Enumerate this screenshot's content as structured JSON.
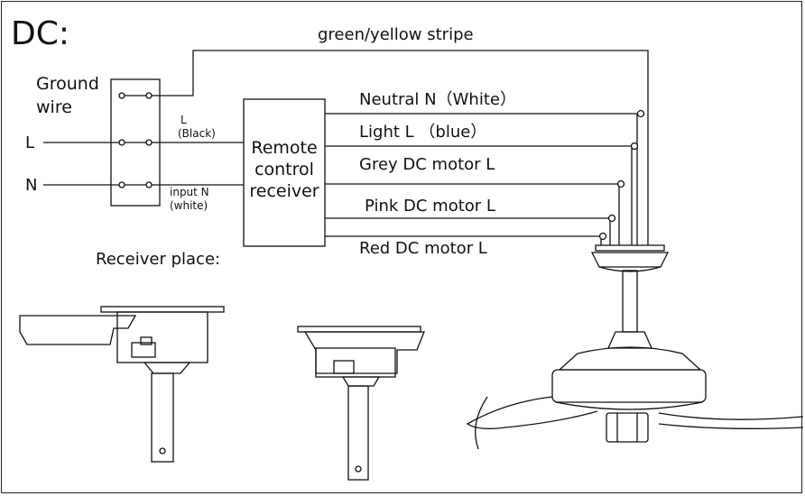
{
  "diagram": {
    "title": "DC:",
    "ground_wire": {
      "line1": "Ground",
      "line2": "wire"
    },
    "supply": {
      "l": "L",
      "n": "N"
    },
    "ground_stripe_label": "green/yellow stripe",
    "input_l": {
      "line1": "L",
      "line2": "(Black)"
    },
    "input_n": {
      "line1": "input  N",
      "line2": "(white)"
    },
    "receiver": {
      "line1": "Remote",
      "line2": "control",
      "line3": "receiver"
    },
    "outputs": [
      "Neutral  N（White）",
      "Light L  （blue）",
      "Grey DC motor L",
      "Pink DC motor L",
      "Red DC motor L"
    ],
    "receiver_place": "Receiver place:"
  }
}
